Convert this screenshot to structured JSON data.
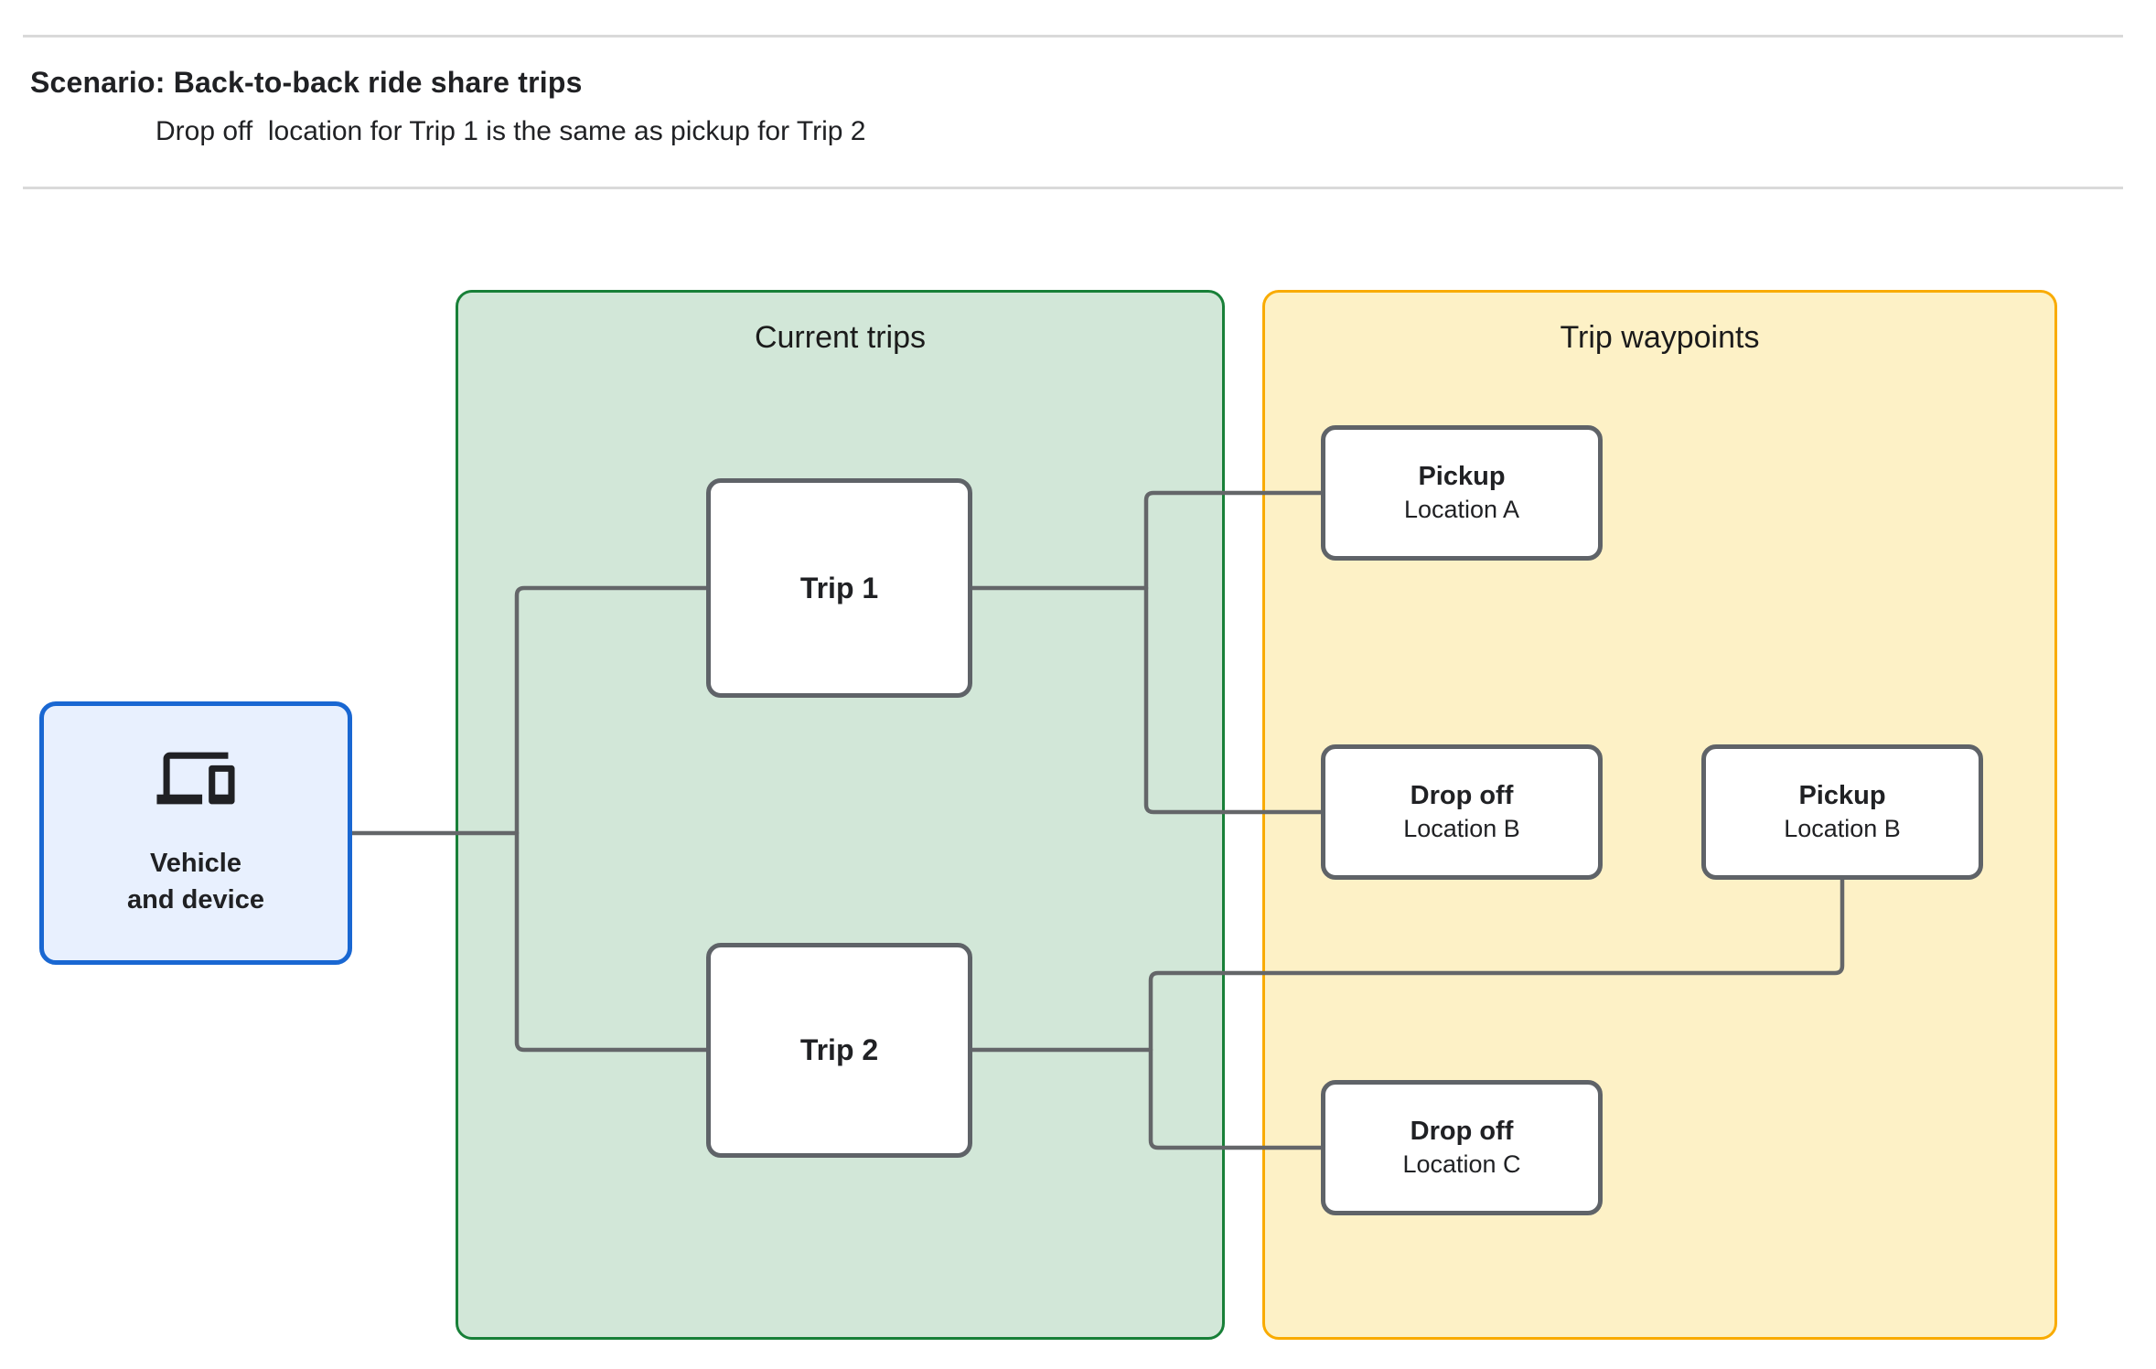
{
  "header": {
    "title": "Scenario: Back-to-back ride share trips",
    "subtitle": "Drop off  location for Trip 1 is the same as pickup for Trip 2"
  },
  "vehicle": {
    "line1": "Vehicle",
    "line2": "and device",
    "icon": "devices-icon"
  },
  "panels": {
    "current_trips": {
      "title": "Current trips"
    },
    "trip_waypoints": {
      "title": "Trip waypoints"
    }
  },
  "trips": [
    {
      "label": "Trip 1"
    },
    {
      "label": "Trip 2"
    }
  ],
  "waypoints": [
    {
      "type": "Pickup",
      "location": "Location A"
    },
    {
      "type": "Drop off",
      "location": "Location B"
    },
    {
      "type": "Pickup",
      "location": "Location B"
    },
    {
      "type": "Drop off",
      "location": "Location C"
    }
  ],
  "colors": {
    "vehicle_fill": "#e8f0fe",
    "vehicle_border": "#1967d2",
    "trips_panel_fill": "#d2e7d8",
    "trips_panel_border": "#188038",
    "waypoints_panel_fill": "#fdf1c6",
    "waypoints_panel_border": "#f9ab00",
    "node_border": "#5f6368",
    "connector": "#646669",
    "text": "#202124",
    "divider": "#d9d9d9"
  }
}
